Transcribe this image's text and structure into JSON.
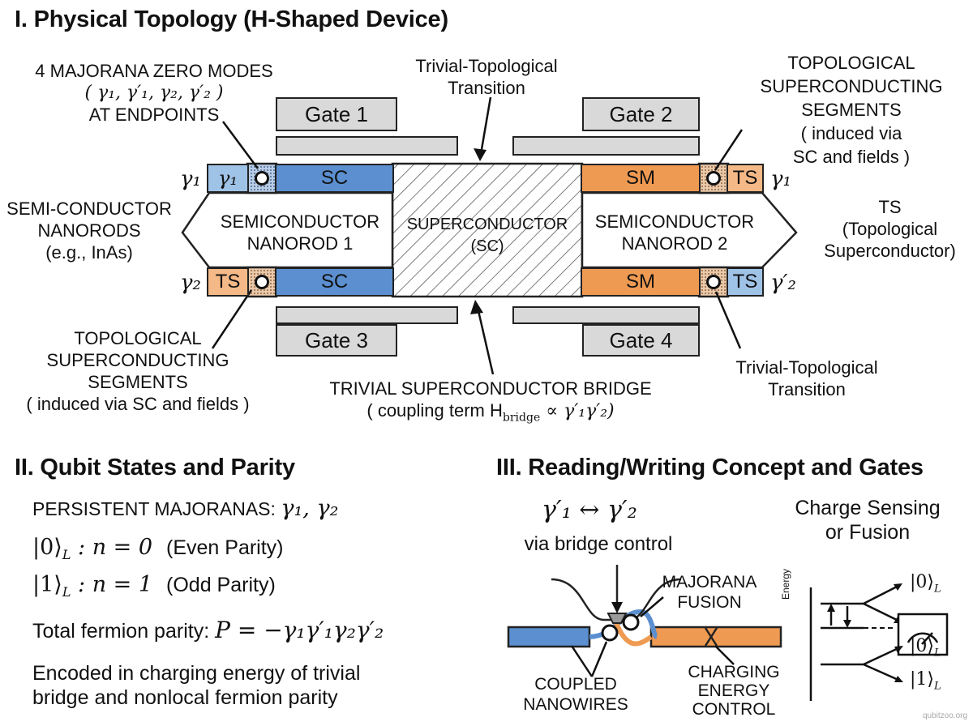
{
  "colors": {
    "blue": "#5b8fd0",
    "lightblue": "#9fc3e7",
    "orange": "#ef9a52",
    "lightorange": "#f5b987",
    "gate": "#d9d9d9"
  },
  "section1": {
    "title": "I. Physical Topology (H-Shaped Device)",
    "majorana_label": [
      "4 MAJORANA ZERO MODES",
      "( γ₁, γ′₁, γ₂, γ′₂ )",
      "AT ENDPOINTS"
    ],
    "transition_top": [
      "Trivial-Topological",
      "Transition"
    ],
    "topo_right": [
      "TOPOLOGICAL",
      "SUPERCONDUCTING",
      "SEGMENTS",
      "( induced via",
      "SC and fields )"
    ],
    "gates": [
      "Gate 1",
      "Gate 2",
      "Gate 3",
      "Gate 4"
    ],
    "seg_labels": {
      "sc": "SC",
      "sm": "SM",
      "ts": "TS",
      "gamma1": "γ₁",
      "gamma1b": "γ₁",
      "gamma2": "γ₂",
      "gamma2p": "γ′₂"
    },
    "semi_left": [
      "SEMI-CONDUCTOR",
      "NANORODS",
      "(e.g., InAs)"
    ],
    "nanorod1": [
      "SEMICONDUCTOR",
      "NANOROD 1"
    ],
    "superconductor": [
      "SUPERCONDUCTOR",
      "(SC)"
    ],
    "nanorod2": [
      "SEMICONDUCTOR",
      "NANOROD 2"
    ],
    "ts_right": [
      "TS",
      "(Topological",
      "Superconductor)"
    ],
    "topo_left": [
      "TOPOLOGICAL",
      "SUPERCONDUCTING",
      "SEGMENTS",
      "( induced via SC and fields )"
    ],
    "bridge": [
      "TRIVIAL SUPERCONDUCTOR BRIDGE",
      "( coupling term H",
      "bridge",
      " ∝ γ′₁γ′₂)"
    ],
    "transition_bottom": [
      "Trivial-Topological",
      "Transition"
    ]
  },
  "section2": {
    "title": "II. Qubit States and Parity",
    "persistent": "PERSISTENT MAJORANAS:",
    "persistent_math": "γ₁, γ₂",
    "state0_math": "|0⟩",
    "state0_sub": "L",
    "state0_eq": " : n = 0",
    "state0_note": "(Even Parity)",
    "state1_math": "|1⟩",
    "state1_sub": "L",
    "state1_eq": " : n = 1",
    "state1_note": "(Odd Parity)",
    "parity_text": "Total fermion parity:",
    "parity_math": "P = −γ₁γ′₁γ₂γ′₂",
    "encoded": [
      "Encoded in charging energy of trivial",
      "bridge and nonlocal fermion parity"
    ]
  },
  "section3": {
    "title": "III. Reading/Writing Concept and Gates",
    "swap_math": "γ′₁ ↔ γ′₂",
    "via": "via bridge control",
    "fusion": [
      "MAJORANA",
      "FUSION"
    ],
    "coupled": [
      "COUPLED",
      "NANOWIRES"
    ],
    "charging": [
      "CHARGING",
      "ENERGY",
      "CONTROL"
    ],
    "sensing": [
      "Charge Sensing",
      "or Fusion"
    ],
    "energy_axis": "Energy",
    "ket0_top": "|0⟩",
    "ket0_mid": "|0⟩",
    "ket1": "|1⟩",
    "ket_sub": "L"
  },
  "watermark": "qubitzoo.org"
}
